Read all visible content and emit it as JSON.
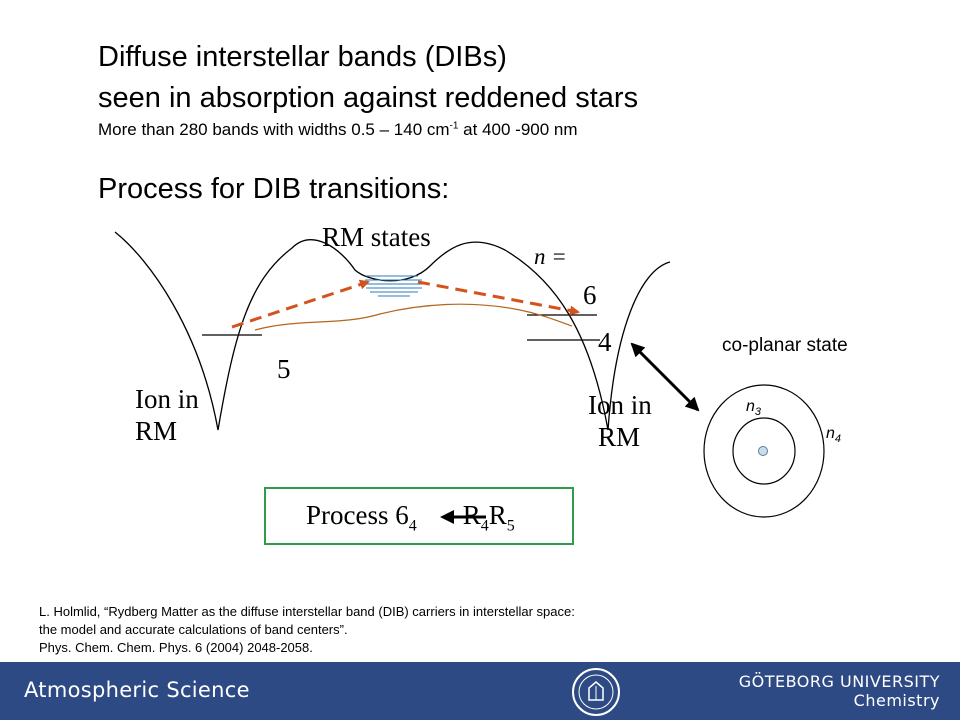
{
  "title": {
    "line1": "Diffuse interstellar bands (DIBs)",
    "line2": "seen in absorption against reddened stars"
  },
  "subtitle": {
    "text_before": "More than 280 bands with widths 0.5 – 140 cm",
    "superscript": "-1",
    "text_after": " at 400 -900 nm"
  },
  "process_heading": "Process for DIB transitions:",
  "diagram": {
    "rm_states_label": "RM states",
    "n_equals": "n =",
    "level_6": "6",
    "level_4": "4",
    "level_5": "5",
    "ion_left": [
      "Ion in",
      "RM"
    ],
    "ion_right": [
      "Ion in",
      "RM"
    ],
    "coplanar_label": "co-planar state",
    "n3_base": "n",
    "n3_sub": "3",
    "n4_base": "n",
    "n4_sub": "4",
    "arrow_color": "#d4521e",
    "curve_color": "#b5651d"
  },
  "process_box": {
    "prefix": "Process 6",
    "sub1": "4",
    "r1": "R",
    "sub2": "4",
    "r2": "R",
    "sub3": "5",
    "border_color": "#2e9c4a"
  },
  "reference": {
    "line1": "L. Holmlid, “Rydberg Matter as the diffuse interstellar band (DIB) carriers in interstellar space:",
    "line2": "the model and accurate calculations of band centers”.",
    "line3": "Phys. Chem. Chem. Phys. 6 (2004) 2048-2058."
  },
  "footer": {
    "left_label": "Atmospheric Science",
    "university": "GÖTEBORG UNIVERSITY",
    "department": "Chemistry",
    "background_color": "#2e4a84"
  }
}
